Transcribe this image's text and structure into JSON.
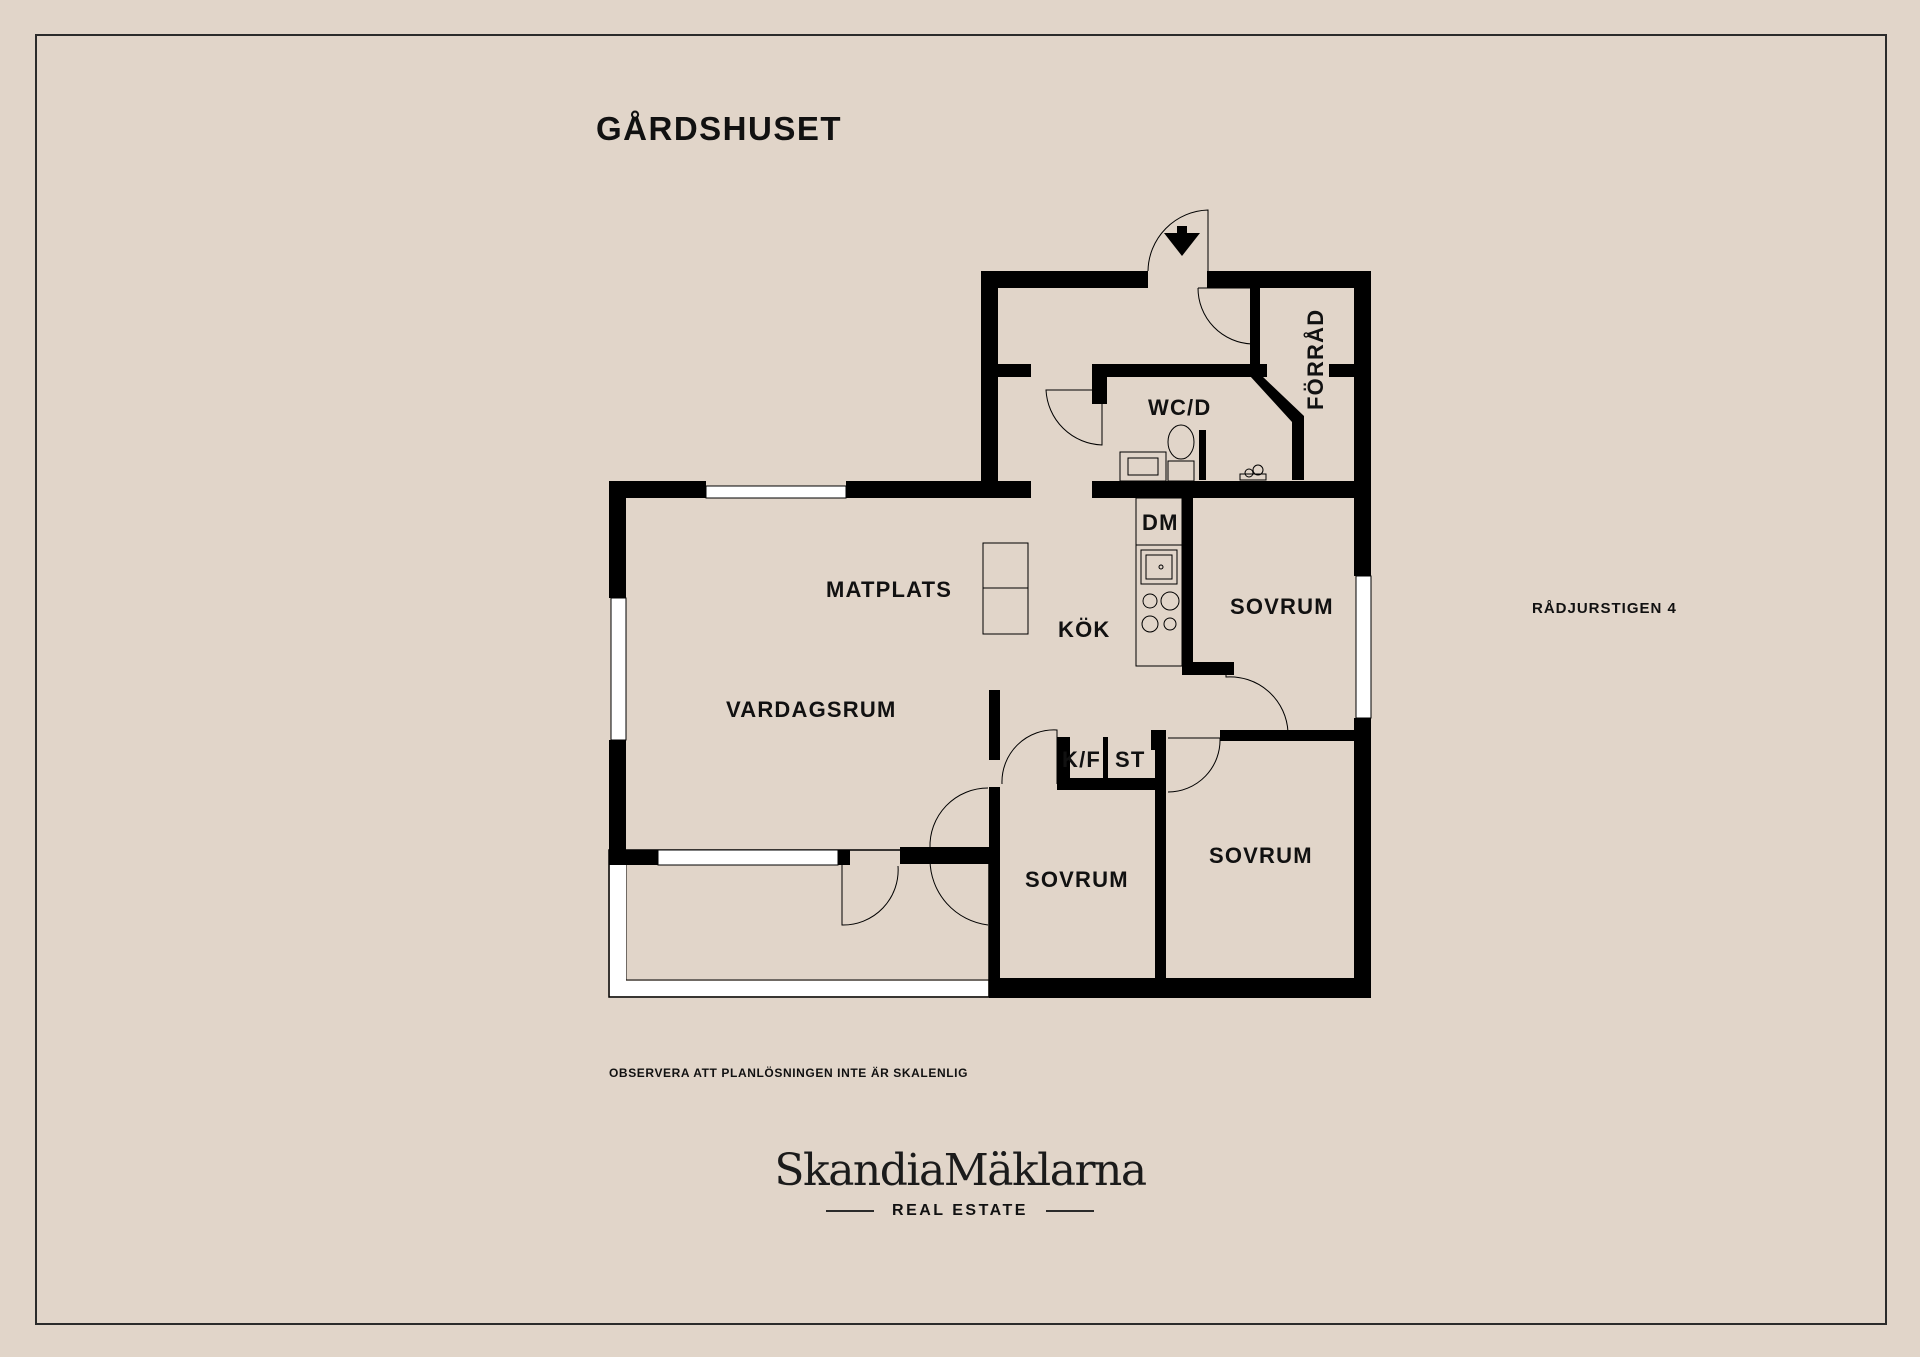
{
  "title": "GÅRDSHUSET",
  "address": "RÅDJURSTIGEN 4",
  "note": "OBSERVERA ATT PLANLÖSNINGEN INTE ÄR SKALENLIG",
  "logo": {
    "name": "SkandiaMäklarna",
    "tagline": "REAL ESTATE"
  },
  "rooms": {
    "forrad": "FÖRRÅD",
    "wcd": "WC/D",
    "dm": "DM",
    "matplats": "MATPLATS",
    "kok": "KÖK",
    "vardagsrum": "VARDAGSRUM",
    "sovrum_right": "SOVRUM",
    "kf": "K/F",
    "st": "ST",
    "sovrum_center": "SOVRUM",
    "sovrum_bottom": "SOVRUM"
  },
  "colors": {
    "background": "#e1d5c9",
    "wall": "#000000",
    "window": "#ffffff"
  }
}
